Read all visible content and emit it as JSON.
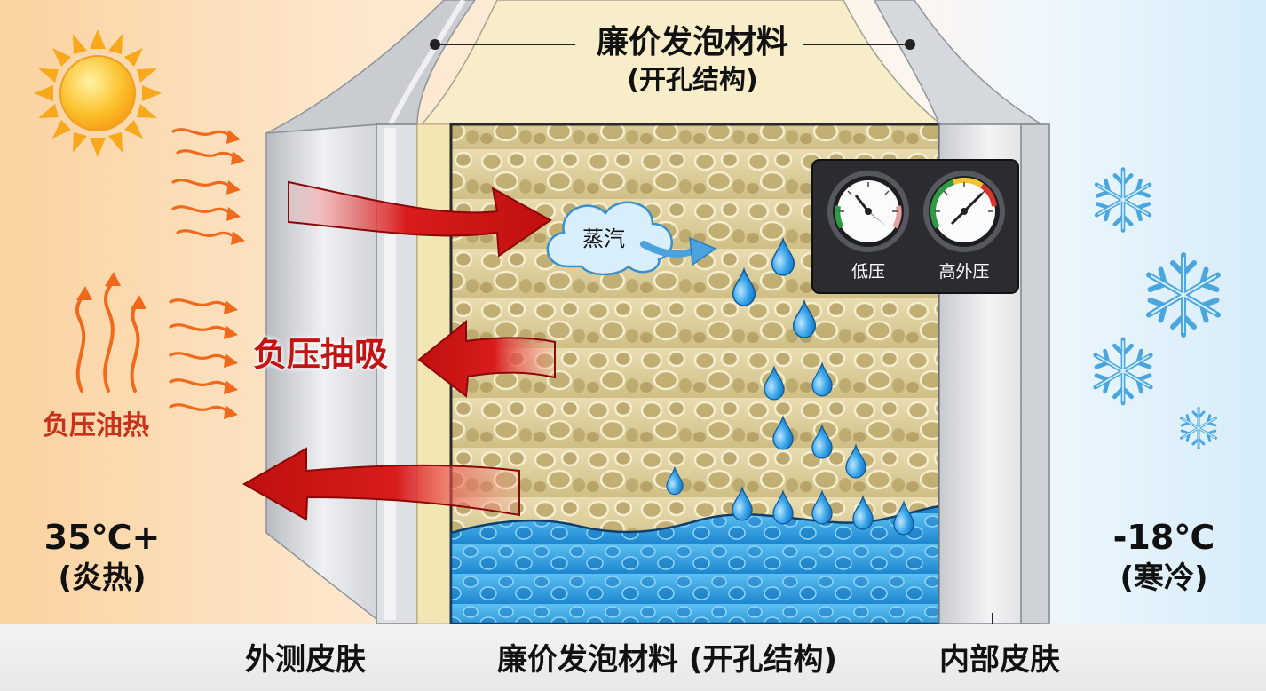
{
  "title": {
    "main": "廉价发泡材料",
    "sub": "(开孔结构)"
  },
  "left": {
    "label_heat": "负压油热",
    "label_suction": "负压抽吸",
    "temp": "35℃+",
    "temp_note": "(炎热)"
  },
  "right": {
    "temp": "-18℃",
    "temp_note": "(寒冷)"
  },
  "center": {
    "vapor_label": "蒸汽"
  },
  "gauges": {
    "low": "低压",
    "high": "高外压"
  },
  "footer": {
    "outer": "外测皮肤",
    "foam": "廉价发泡材料 (开孔结构)",
    "inner": "内部皮肤"
  },
  "colors": {
    "warm_bg": "#fbd9b0",
    "cold_bg": "#e6f3fb",
    "foam": "#d8c98d",
    "water": "#2d9fe0",
    "arrow_red": "#d41a1a",
    "label_red": "#c41313",
    "snow": "#4aa6dc",
    "sun": "#fbb520"
  }
}
